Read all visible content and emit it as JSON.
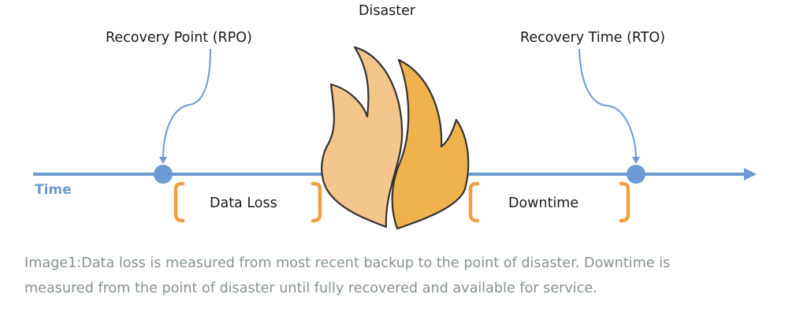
{
  "diagram": {
    "title": "Disaster",
    "rpo_label": "Recovery Point (RPO)",
    "rto_label": "Recovery Time (RTO)",
    "axis_label": "Time",
    "data_loss_label": "Data Loss",
    "downtime_label": "Downtime",
    "icons": {
      "disaster": "fire-icon",
      "rpo_marker": "timeline-point",
      "rto_marker": "timeline-point"
    },
    "colors": {
      "timeline": "#6b9bd2",
      "bracket": "#f19e3f",
      "flame_left": "#f5c68c",
      "flame_right": "#efb24d",
      "flame_outline": "#333333",
      "caption": "#879196"
    }
  },
  "caption": {
    "line1": "Image1:Data loss is measured from most recent backup to the point of disaster. Downtime is",
    "line2": "measured from the point of disaster until fully recovered and available for service."
  }
}
